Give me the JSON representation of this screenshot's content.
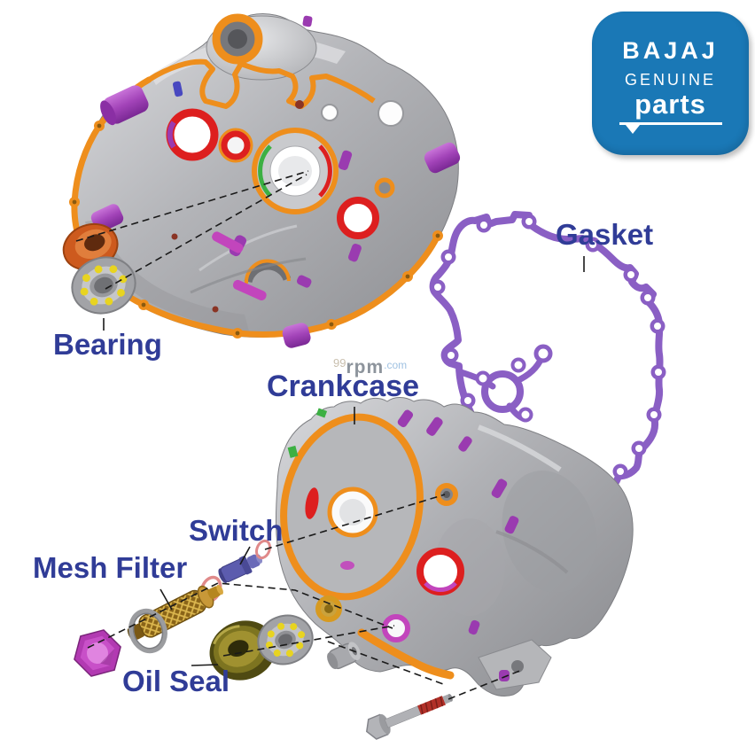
{
  "labels": {
    "gasket": {
      "text": "Gasket"
    },
    "bearing": {
      "text": "Bearing"
    },
    "crankcase": {
      "text": "Crankcase"
    },
    "switch": {
      "text": "Switch"
    },
    "mesh_filter": {
      "text": "Mesh Filter"
    },
    "oil_seal": {
      "text": "Oil Seal"
    }
  },
  "logo": {
    "brand": "BAJAJ",
    "genuine": "GENUINE",
    "parts": "parts"
  },
  "watermark": {
    "sup": "99",
    "main": "rpm",
    "tld": ".com"
  },
  "colors": {
    "label_blue": "#303c97",
    "logo_blue": "#1a78b6",
    "orange": "#ee8e1c",
    "purple_gasket": "#8a5fc4",
    "purple_dowel": "#9a3bb0",
    "magenta": "#c245bc",
    "red": "#dd1f1f",
    "green": "#3cb043",
    "yellow": "#e8d420",
    "bushing_orange": "#cd5a1e",
    "seal_olive": "#8a7f22",
    "filter_brown": "#9a7020",
    "switch_blue": "#5c5cae",
    "oring_pink": "#e08a8a",
    "plug_magenta": "#c850c8",
    "bolt_red": "#b23028",
    "metal": "#aeafb3",
    "watermark_gray": "#8d949c",
    "watermark_blue": "#a0c2e2",
    "line_dark": "#1a1a1a"
  }
}
